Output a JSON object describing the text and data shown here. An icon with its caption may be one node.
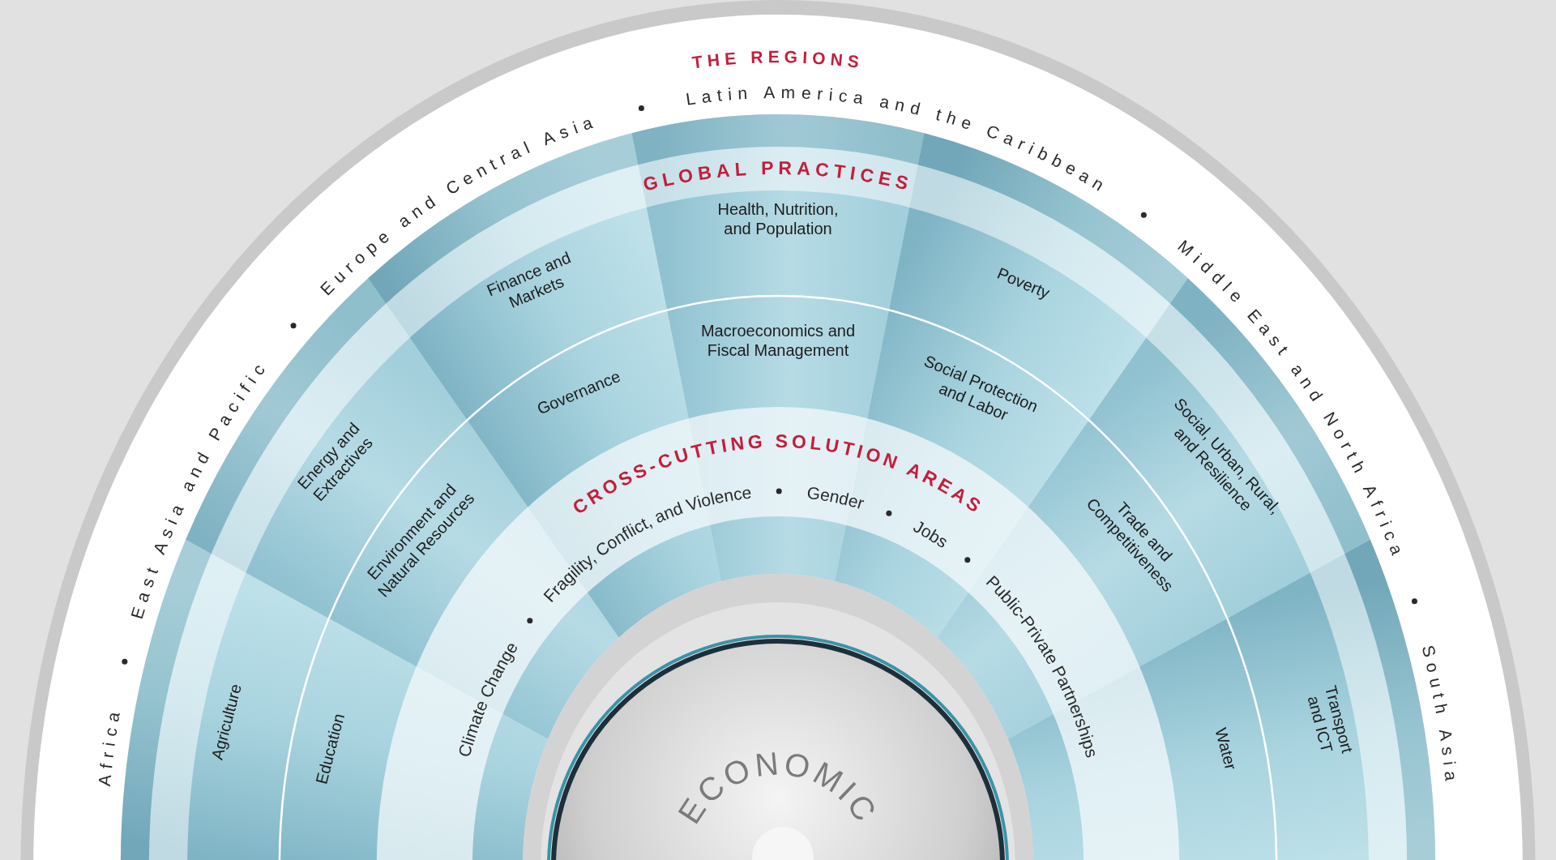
{
  "diagram": {
    "labels": [
      "THE REGIONS",
      "Africa",
      "East Asia and Pacific",
      "Europe and Central Asia",
      "Latin America and the Caribbean",
      "Middle East and North Africa",
      "South Asia",
      "GLOBAL PRACTICES",
      "Agriculture",
      "Education",
      "Energy and Extractives",
      "Environment and Natural Resources",
      "Finance and Markets",
      "Governance",
      "Health, Nutrition, and Population",
      "Macroeconomics and Fiscal Management",
      "Poverty",
      "Social Protection and Labor",
      "Social, Urban, Rural, and Resilience",
      "Trade and Competitiveness",
      "Transport and ICT",
      "Water",
      "CROSS-CUTTING SOLUTION AREAS",
      "Climate Change",
      "Fragility, Conflict, and Violence",
      "Gender",
      "Jobs",
      "Public-Private Partnerships",
      "ECONOMIC"
    ]
  }
}
